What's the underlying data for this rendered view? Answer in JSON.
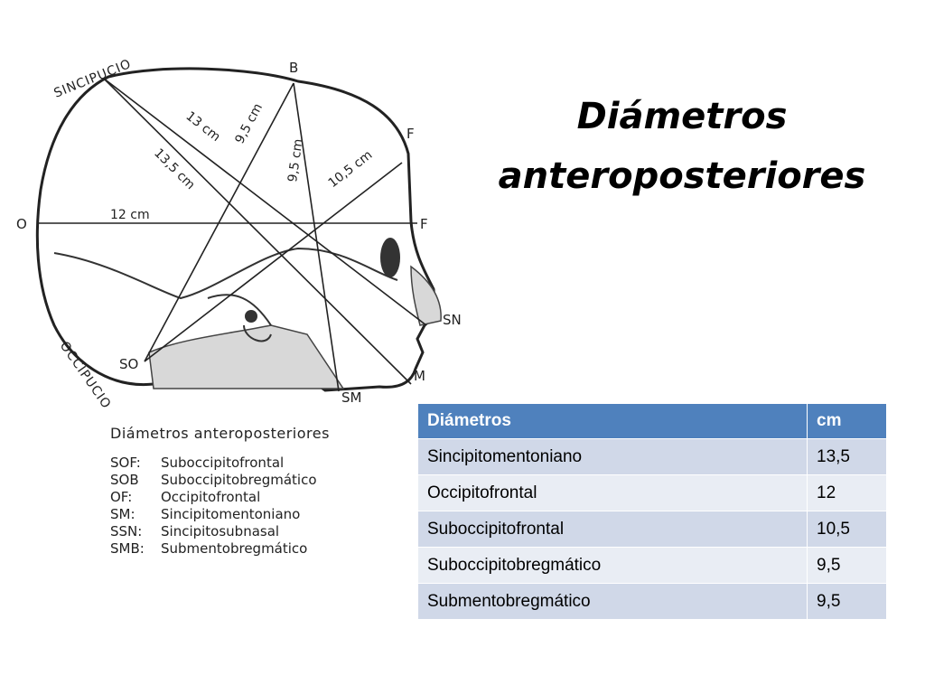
{
  "title": {
    "line1": "Diámetros",
    "line2": "anteroposteriores"
  },
  "figure": {
    "region_labels": {
      "sincipucio": "SINCIPUCIO",
      "occipucio": "OCCIPUCIO"
    },
    "point_labels": {
      "B": "B",
      "F_top": "F",
      "F_mid": "F",
      "O": "O",
      "SN": "SN",
      "SO": "SO",
      "M": "M",
      "SM": "SM"
    },
    "measure_labels": {
      "m13": "13 cm",
      "m95a": "9,5 cm",
      "m95b": "9,5 cm",
      "m135": "13,5 cm",
      "m105": "10,5 cm",
      "m12": "12 cm"
    },
    "caption": "Diámetros anteroposteriores",
    "legend": [
      {
        "code": "SOF:",
        "name": "Suboccipitofrontal"
      },
      {
        "code": "SOB",
        "name": "Suboccipitobregmático"
      },
      {
        "code": "OF:",
        "name": "Occipitofrontal"
      },
      {
        "code": "SM:",
        "name": "Sincipitomentoniano"
      },
      {
        "code": "SSN:",
        "name": "Sincipitosubnasal"
      },
      {
        "code": "SMB:",
        "name": "Submentobregmático"
      }
    ]
  },
  "table": {
    "headers": [
      "Diámetros",
      "cm"
    ],
    "rows": [
      [
        "Sincipitomentoniano",
        "13,5"
      ],
      [
        "Occipitofrontal",
        "12"
      ],
      [
        "Suboccipitofrontal",
        "10,5"
      ],
      [
        "Suboccipitobregmático",
        "9,5"
      ],
      [
        "Submentobregmático",
        "9,5"
      ]
    ]
  },
  "colors": {
    "header": "#4f81bd",
    "row_odd": "#d0d8e8",
    "row_even": "#e9edf4"
  }
}
